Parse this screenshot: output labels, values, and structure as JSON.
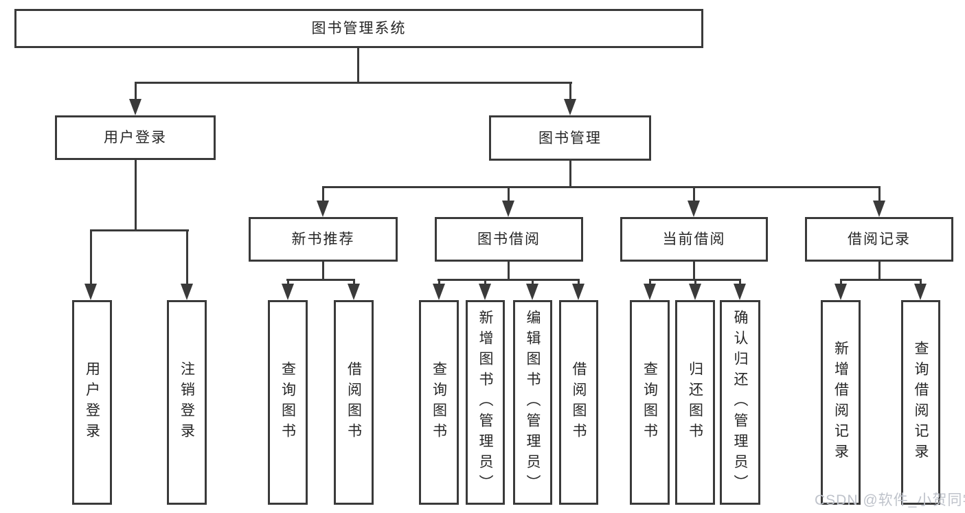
{
  "diagram": {
    "root": {
      "label": "图书管理系统",
      "children": [
        {
          "label": "用户登录",
          "children": [
            {
              "label": "用户登录"
            },
            {
              "label": "注销登录"
            }
          ]
        },
        {
          "label": "图书管理",
          "children": [
            {
              "label": "新书推荐",
              "children": [
                {
                  "label": "查询图书"
                },
                {
                  "label": "借阅图书"
                }
              ]
            },
            {
              "label": "图书借阅",
              "children": [
                {
                  "label": "查询图书"
                },
                {
                  "label": "新增图书（管理员）"
                },
                {
                  "label": "编辑图书（管理员）"
                },
                {
                  "label": "借阅图书"
                }
              ]
            },
            {
              "label": "当前借阅",
              "children": [
                {
                  "label": "查询图书"
                },
                {
                  "label": "归还图书"
                },
                {
                  "label": "确认归还（管理员）"
                }
              ]
            },
            {
              "label": "借阅记录",
              "children": [
                {
                  "label": "新增借阅记录"
                },
                {
                  "label": "查询借阅记录"
                }
              ]
            }
          ]
        }
      ]
    }
  },
  "watermark": {
    "text": "CSDN @软件_小贺同学"
  },
  "colors": {
    "line": "#3a3a3a",
    "text": "#262626",
    "box_bg": "#ffffff",
    "page_bg": "#ffffff",
    "watermark_text": "#bfc3cb"
  }
}
